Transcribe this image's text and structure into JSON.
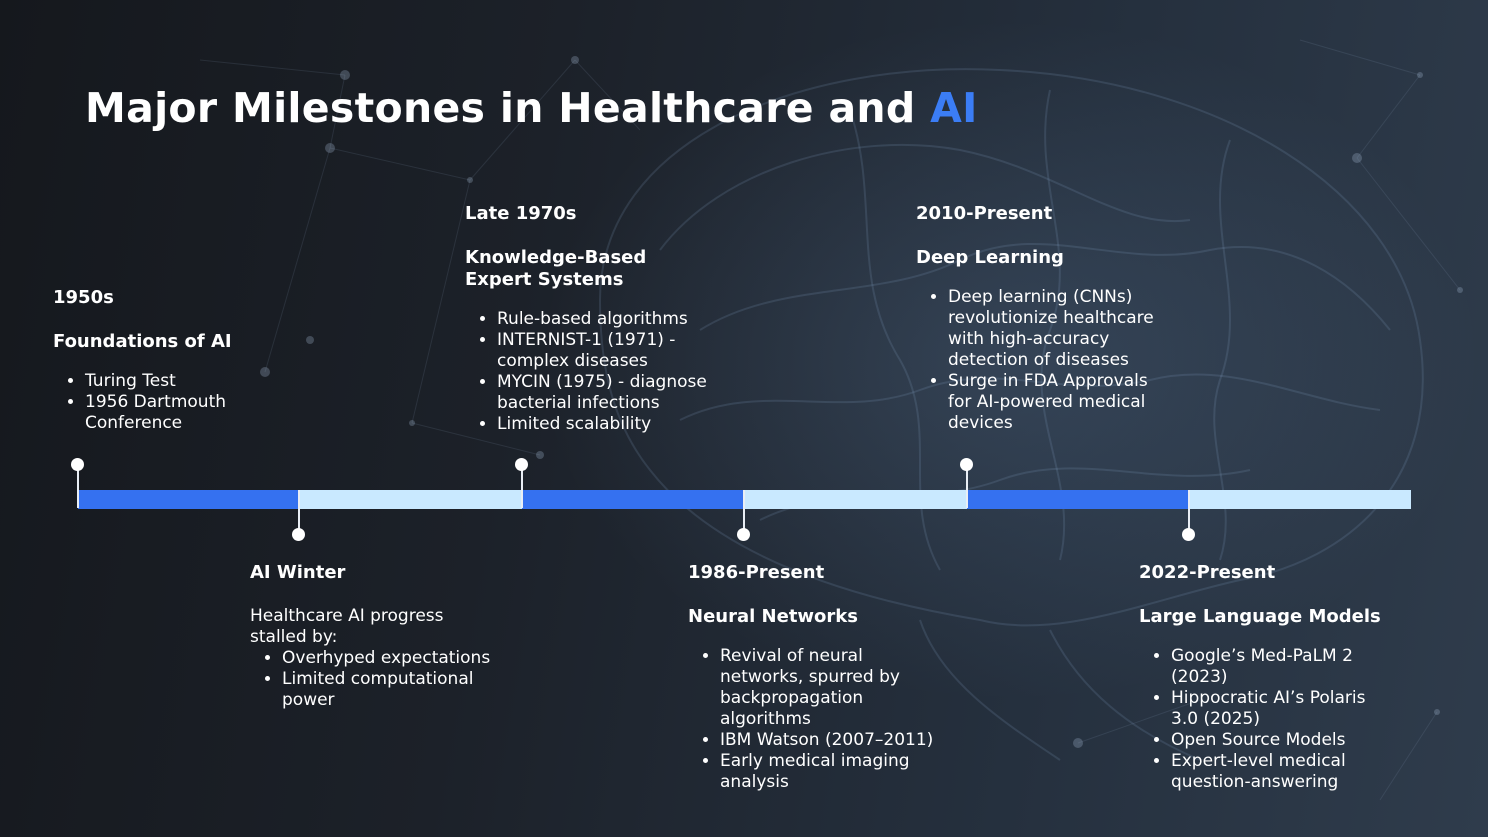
{
  "title": {
    "main": "Major Milestones in Healthcare and ",
    "accent": "AI"
  },
  "milestones": [
    {
      "period": "1950s",
      "heading": "Foundations of AI",
      "bullets": [
        "Turing Test",
        "1956 Dartmouth\nConference"
      ]
    },
    {
      "period": "AI Winter",
      "intro": "Healthcare AI progress\nstalled by:",
      "bullets": [
        "Overhyped expectations",
        "Limited computational\npower"
      ]
    },
    {
      "period": "Late 1970s",
      "heading": "Knowledge-Based\nExpert Systems",
      "bullets": [
        "Rule-based algorithms",
        "INTERNIST-1 (1971) -\ncomplex diseases",
        "MYCIN (1975) - diagnose\nbacterial infections",
        "Limited scalability"
      ]
    },
    {
      "period": "1986-Present",
      "heading": "Neural Networks",
      "bullets": [
        "Revival of neural\nnetworks, spurred by\nbackpropagation\nalgorithms",
        "IBM Watson (2007–2011)",
        "Early medical imaging\nanalysis"
      ]
    },
    {
      "period": "2010-Present",
      "heading": "Deep Learning",
      "bullets": [
        "Deep learning (CNNs)\nrevolutionize healthcare\nwith high-accuracy\ndetection of diseases",
        "Surge in FDA Approvals\nfor AI-powered medical\ndevices"
      ]
    },
    {
      "period": "2022-Present",
      "heading": "Large Language Models",
      "bullets": [
        "Google’s Med-PaLM 2\n(2023)",
        "Hippocratic AI’s Polaris\n3.0 (2025)",
        "Open Source Models",
        "Expert-level medical\nquestion-answering"
      ]
    }
  ],
  "colors": {
    "accent": "#3b7df5",
    "timeline_dark": "#3571f0",
    "timeline_light": "#c9e9ff"
  }
}
